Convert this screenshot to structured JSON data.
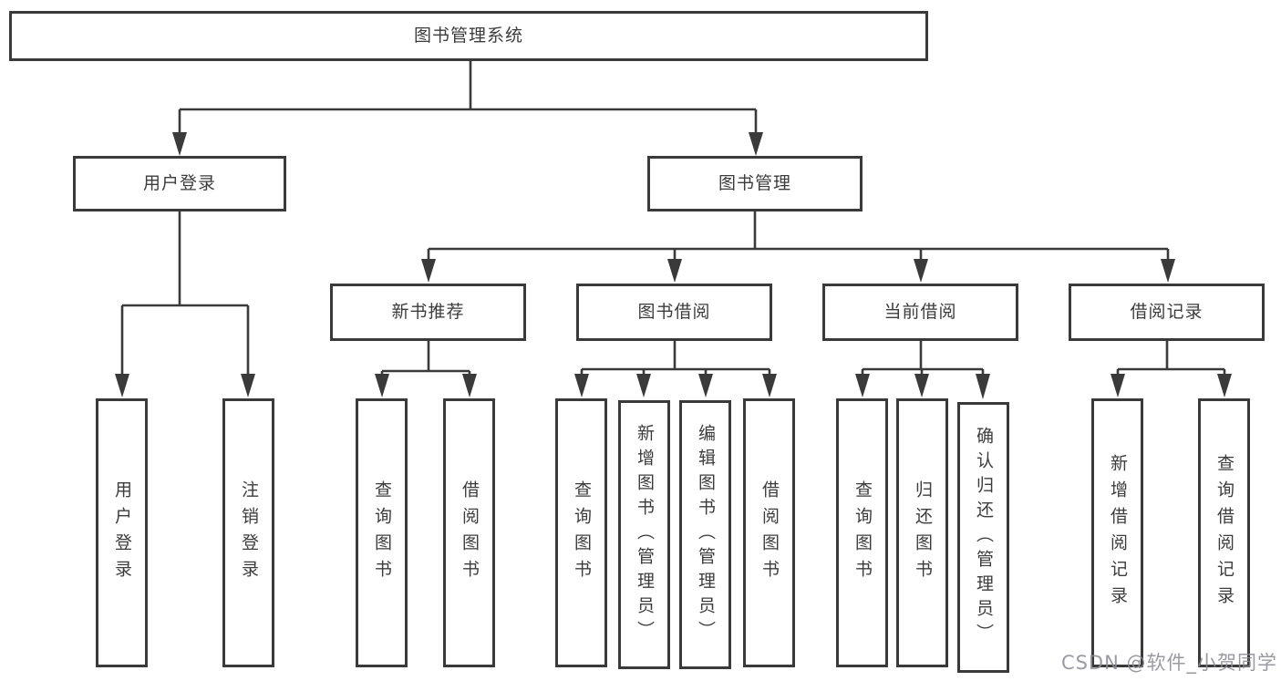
{
  "tree": {
    "label": "图书管理系统",
    "children": [
      {
        "label": "用户登录",
        "children": [
          {
            "label": "用户登录"
          },
          {
            "label": "注销登录"
          }
        ]
      },
      {
        "label": "图书管理",
        "children": [
          {
            "label": "新书推荐",
            "children": [
              {
                "label": "查询图书"
              },
              {
                "label": "借阅图书"
              }
            ]
          },
          {
            "label": "图书借阅",
            "children": [
              {
                "label": "查询图书"
              },
              {
                "label": "新增图书（管理员）"
              },
              {
                "label": "编辑图书（管理员）"
              },
              {
                "label": "借阅图书"
              }
            ]
          },
          {
            "label": "当前借阅",
            "children": [
              {
                "label": "查询图书"
              },
              {
                "label": "归还图书"
              },
              {
                "label": "确认归还（管理员）"
              }
            ]
          },
          {
            "label": "借阅记录",
            "children": [
              {
                "label": "新增借阅记录"
              },
              {
                "label": "查询借阅记录"
              }
            ]
          }
        ]
      }
    ]
  },
  "watermark": {
    "text": "CSDN @软件_小贺同学"
  },
  "colors": {
    "line": "#3a3a3a",
    "box_border": "#3a3a3a",
    "text": "#3c3c3c",
    "watermark": "#8c8c94",
    "background": "#ffffff"
  }
}
